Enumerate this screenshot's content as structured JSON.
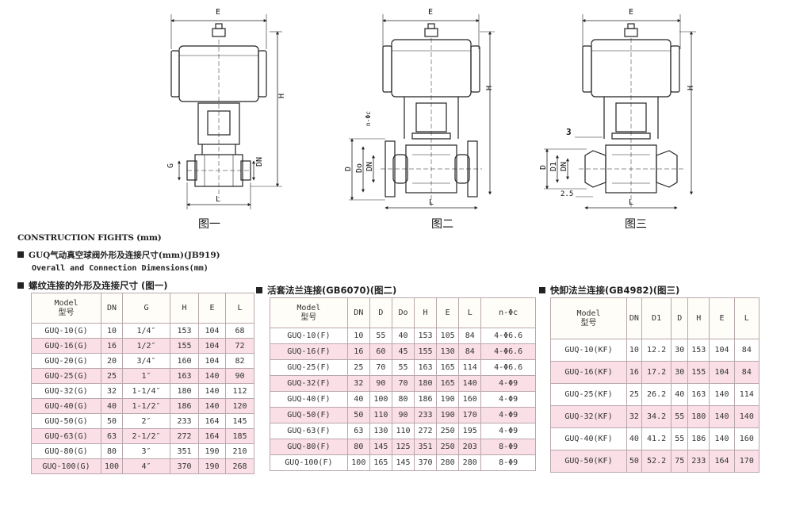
{
  "figures": {
    "fig1": {
      "caption": "图一",
      "dims": {
        "E": "E",
        "H": "H",
        "G": "G",
        "DN": "DN",
        "L": "L"
      }
    },
    "fig2": {
      "caption": "图二",
      "dims": {
        "E": "E",
        "H": "H",
        "D": "D",
        "Do": "Do",
        "DN": "DN",
        "L": "L",
        "n_phi_c": "n-Φc"
      }
    },
    "fig3": {
      "caption": "图三",
      "dims": {
        "E": "E",
        "H": "H",
        "D": "D",
        "D1": "D1",
        "DN": "DN",
        "L": "L",
        "three": "3",
        "two_five": "2.5"
      }
    }
  },
  "headings": {
    "construction": "CONSTRUCTION FIGHTS (mm)",
    "guq_title": "GUQ气动真空球阀外形及连接尺寸(mm)(JB919)",
    "overall": "Overall and Connection Dimensions(mm)"
  },
  "table1": {
    "title": "螺纹连接的外形及连接尺寸 (图一)",
    "headers": {
      "model_en": "Model",
      "model_cn": "型号",
      "cols": [
        "DN",
        "G",
        "H",
        "E",
        "L"
      ]
    },
    "rows": [
      [
        "GUQ-10(G)",
        "10",
        "1/4″",
        "153",
        "104",
        "68"
      ],
      [
        "GUQ-16(G)",
        "16",
        "1/2″",
        "155",
        "104",
        "72"
      ],
      [
        "GUQ-20(G)",
        "20",
        "3/4″",
        "160",
        "104",
        "82"
      ],
      [
        "GUQ-25(G)",
        "25",
        "1″",
        "163",
        "140",
        "90"
      ],
      [
        "GUQ-32(G)",
        "32",
        "1-1/4″",
        "180",
        "140",
        "112"
      ],
      [
        "GUQ-40(G)",
        "40",
        "1-1/2″",
        "186",
        "140",
        "120"
      ],
      [
        "GUQ-50(G)",
        "50",
        "2″",
        "233",
        "164",
        "145"
      ],
      [
        "GUQ-63(G)",
        "63",
        "2-1/2″",
        "272",
        "164",
        "185"
      ],
      [
        "GUQ-80(G)",
        "80",
        "3″",
        "351",
        "190",
        "210"
      ],
      [
        "GUQ-100(G)",
        "100",
        "4″",
        "370",
        "190",
        "268"
      ]
    ]
  },
  "table2": {
    "title": "活套法兰连接(GB6070)(图二)",
    "headers": {
      "model_en": "Model",
      "model_cn": "型号",
      "cols": [
        "DN",
        "D",
        "Do",
        "H",
        "E",
        "L",
        "n-Φc"
      ]
    },
    "rows": [
      [
        "GUQ-10(F)",
        "10",
        "55",
        "40",
        "153",
        "105",
        "84",
        "4-Φ6.6"
      ],
      [
        "GUQ-16(F)",
        "16",
        "60",
        "45",
        "155",
        "130",
        "84",
        "4-Φ6.6"
      ],
      [
        "GUQ-25(F)",
        "25",
        "70",
        "55",
        "163",
        "165",
        "114",
        "4-Φ6.6"
      ],
      [
        "GUQ-32(F)",
        "32",
        "90",
        "70",
        "180",
        "165",
        "140",
        "4-Φ9"
      ],
      [
        "GUQ-40(F)",
        "40",
        "100",
        "80",
        "186",
        "190",
        "160",
        "4-Φ9"
      ],
      [
        "GUQ-50(F)",
        "50",
        "110",
        "90",
        "233",
        "190",
        "170",
        "4-Φ9"
      ],
      [
        "GUQ-63(F)",
        "63",
        "130",
        "110",
        "272",
        "250",
        "195",
        "4-Φ9"
      ],
      [
        "GUQ-80(F)",
        "80",
        "145",
        "125",
        "351",
        "250",
        "203",
        "8-Φ9"
      ],
      [
        "GUQ-100(F)",
        "100",
        "165",
        "145",
        "370",
        "280",
        "280",
        "8-Φ9"
      ]
    ]
  },
  "table3": {
    "title": "快卸法兰连接(GB4982)(图三)",
    "headers": {
      "model_en": "Model",
      "model_cn": "型号",
      "cols": [
        "DN",
        "D1",
        "D",
        "H",
        "E",
        "L"
      ]
    },
    "rows": [
      [
        "GUQ-10(KF)",
        "10",
        "12.2",
        "30",
        "153",
        "104",
        "84"
      ],
      [
        "GUQ-16(KF)",
        "16",
        "17.2",
        "30",
        "155",
        "104",
        "84"
      ],
      [
        "GUQ-25(KF)",
        "25",
        "26.2",
        "40",
        "163",
        "140",
        "114"
      ],
      [
        "GUQ-32(KF)",
        "32",
        "34.2",
        "55",
        "180",
        "140",
        "140"
      ],
      [
        "GUQ-40(KF)",
        "40",
        "41.2",
        "55",
        "186",
        "140",
        "160"
      ],
      [
        "GUQ-50(KF)",
        "50",
        "52.2",
        "75",
        "233",
        "164",
        "170"
      ]
    ]
  },
  "colors": {
    "row_alt": "#fadfe7",
    "border": "#b9a7ae",
    "line": "#222222"
  }
}
